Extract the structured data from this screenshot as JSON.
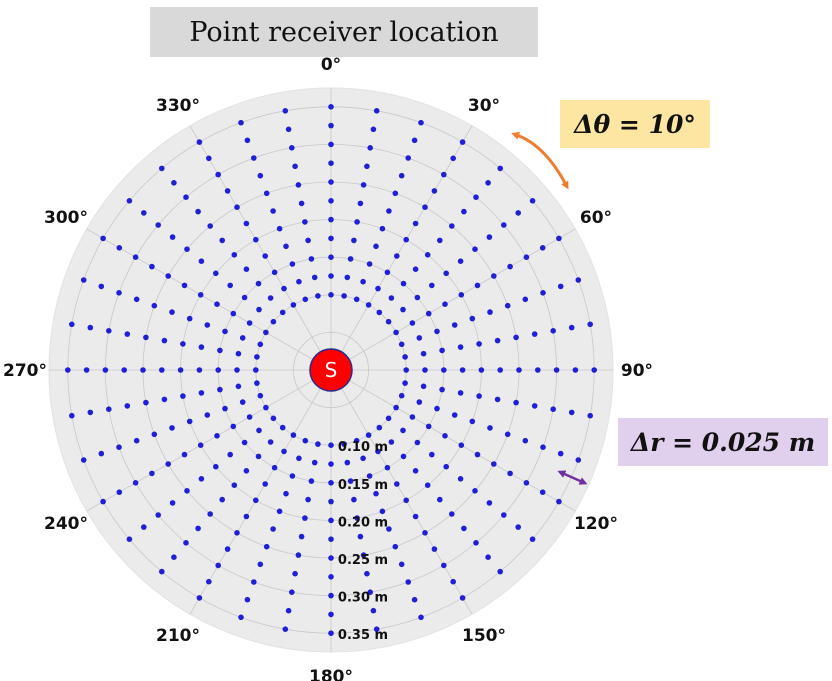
{
  "chart_data": {
    "type": "scatter",
    "subtype": "polar",
    "title": "Point receiver location",
    "theta_zero": "top",
    "theta_direction": "clockwise",
    "theta_ticks": [
      "0°",
      "30°",
      "60°",
      "90°",
      "120°",
      "150°",
      "180°",
      "210°",
      "240°",
      "270°",
      "300°",
      "330°"
    ],
    "r_ticks": [
      "0.10 m",
      "0.15 m",
      "0.20 m",
      "0.25 m",
      "0.30 m",
      "0.35 m"
    ],
    "r_tick_values": [
      0.1,
      0.15,
      0.2,
      0.25,
      0.3,
      0.35
    ],
    "rlim": [
      0,
      0.375
    ],
    "grid": true,
    "series": [
      {
        "marker_color": "#1f1fd6",
        "theta_deg": [
          0,
          10,
          20,
          30,
          40,
          50,
          60,
          70,
          80,
          90,
          100,
          110,
          120,
          130,
          140,
          150,
          160,
          170,
          180,
          190,
          200,
          210,
          220,
          230,
          240,
          250,
          260,
          270,
          280,
          290,
          300,
          310,
          320,
          330,
          340,
          350
        ],
        "r": [
          0.1,
          0.125,
          0.15,
          0.175,
          0.2,
          0.225,
          0.25,
          0.275,
          0.3,
          0.325,
          0.35
        ]
      }
    ],
    "source": {
      "label": "S",
      "r": 0,
      "color": "#ff0000"
    }
  },
  "annotations": {
    "dtheta": "Δθ = 10°",
    "dr": "Δr = 0.025 m",
    "dtheta_arrow_color": "#ed7d31",
    "dr_arrow_color": "#7030a0"
  },
  "colors": {
    "plot_bg": "#ebebeb",
    "grid": "#c8c8c8",
    "title_bg": "#d9d9d9",
    "dtheta_bg": "#fde5a2",
    "dr_bg": "#e1cfee"
  }
}
